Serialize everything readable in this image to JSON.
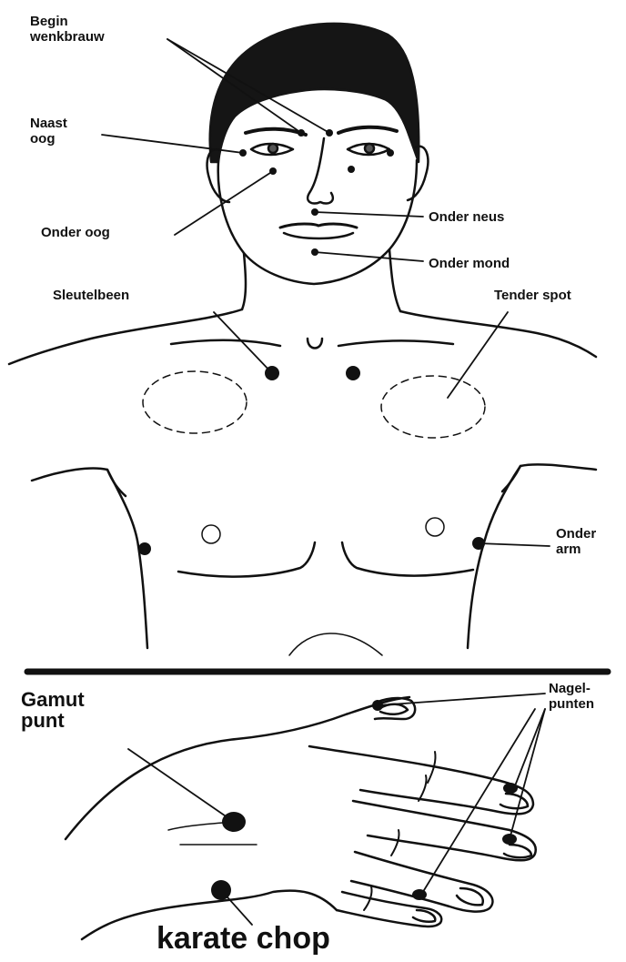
{
  "labels": {
    "begin_wenkbrauw": "Begin\nwenkbrauw",
    "naast_oog": "Naast\noog",
    "onder_oog": "Onder oog",
    "onder_neus": "Onder neus",
    "onder_mond": "Onder mond",
    "sleutelbeen": "Sleutelbeen",
    "tender_spot": "Tender spot",
    "onder_arm": "Onder\narm",
    "gamut_punt": "Gamut\npunt",
    "nagelpunten": "Nagel-\npunten",
    "karate_chop": "karate chop"
  },
  "colors": {
    "ink": "#111111",
    "hair": "#151515",
    "background": "#ffffff"
  }
}
